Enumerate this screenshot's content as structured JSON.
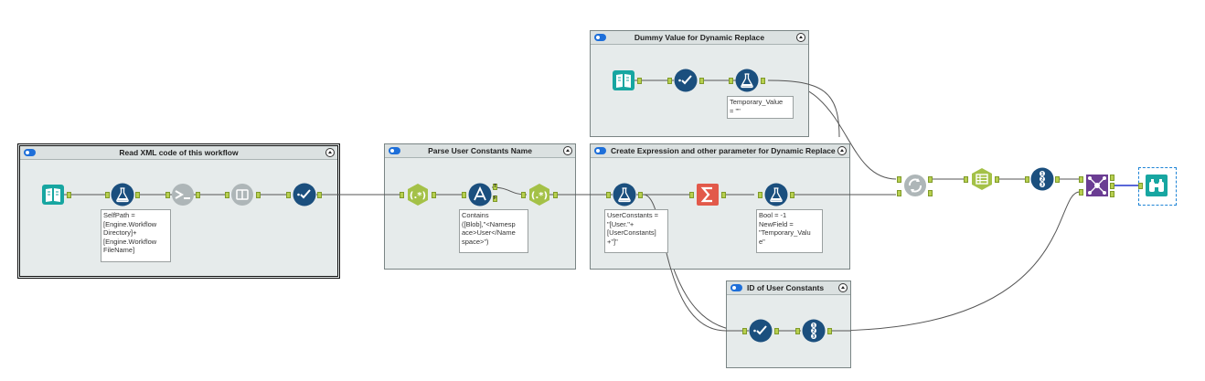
{
  "containers": {
    "read_xml": {
      "title": "Read XML code of this workflow"
    },
    "parse": {
      "title": "Parse User Constants Name"
    },
    "dummy": {
      "title": "Dummy Value for Dynamic Replace"
    },
    "create_expr": {
      "title": "Create Expression and other parameter for Dynamic Replace"
    },
    "id_user": {
      "title": "ID of User Constants"
    }
  },
  "annotations": {
    "selfpath": "SelfPath =\n[Engine.Workflow\nDirectory]+\n[Engine.Workflow\nFileName]",
    "contains": "Contains\n([Blob],\"<Namesp\nace>User</Name\nspace>\")",
    "temporary": "Temporary_Value\n= \"\"",
    "userconstants": "UserConstants =\n\"[User.\"+\n[UserConstants]\n+\"]\"",
    "bool": "Bool = -1\nNewField =\n\"Temporary_Valu\ne\""
  },
  "port_labels": {
    "true": "T",
    "false": "F"
  },
  "colors": {
    "input": "#17a6a1",
    "formula": "#1b4f7e",
    "select": "#1b4f7e",
    "regex": "#a4c147",
    "filter": "#1b4f7e",
    "summarize": "#e2594a",
    "join": "#6b3d93",
    "browse": "#17a6a1",
    "transform": "#9aa4a6",
    "connector": "#555555"
  },
  "icons": {
    "input": "book-icon",
    "formula": "flask-icon",
    "select": "checkmark-icon",
    "regex": "regex-icon",
    "filter": "filter-icon",
    "summarize": "sigma-icon",
    "record_id": "record-id-icon",
    "dynamic_replace": "dynamic-replace-icon",
    "crosstab": "crosstab-icon",
    "join": "join-icon",
    "browse": "binoculars-icon"
  }
}
